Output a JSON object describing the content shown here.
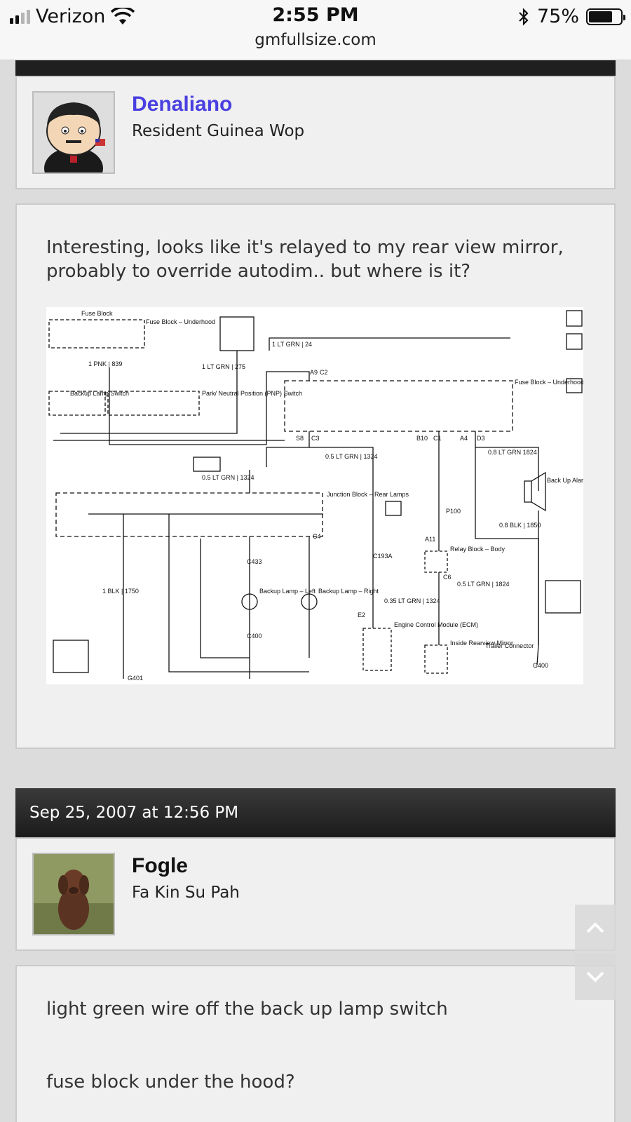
{
  "status_bar": {
    "carrier": "Verizon",
    "time": "2:55 PM",
    "battery": "75%",
    "battery_level": 0.75,
    "url": "gmfullsize.com"
  },
  "posts": [
    {
      "author": "Denaliano",
      "author_title": "Resident Guinea Wop",
      "body": "Interesting, looks like it's relayed to my rear view mirror, probably to override autodim.. but where is it?",
      "diagram": {
        "fuse_block_top": "Fuse Block – Underhood",
        "fuse_block_right": "Fuse Block – Underhood",
        "wire_top": "1 LT GRN | 24",
        "wire_275": "1 LT GRN | 275",
        "wire_pnk": "1 PNK | 839",
        "wire_1324a": "0.5 LT GRN | 1324",
        "wire_1324b": "0.5 LT GRN | 1324",
        "wire_1824": "0.8 LT GRN 1824",
        "wire_1850": "0.8 BLK | 1850",
        "wire_blk_1750": "1 BLK | 1750",
        "wire_1824b": "0.5 LT GRN | 1824",
        "wire_0_35": "0.35 LT GRN | 1324",
        "label_backup_switch": "Backup Lamp Switch",
        "label_pnp": "Park/ Neutral Position (PNP) Switch",
        "label_junction": "Junction Block – Rear Lamps",
        "label_backup_left": "Backup Lamp – Left",
        "label_backup_right": "Backup Lamp – Right",
        "label_ecm": "Engine Control Module (ECM)",
        "label_mirror": "Inside Rearview Mirror",
        "label_trailer": "Trailer Connector",
        "label_alarm": "Back Up Alarm",
        "label_relay": "Relay Block – Body",
        "label_g401": "G401",
        "label_g400": "G400",
        "label_c2": "C2",
        "label_c3": "C3",
        "label_c1": "C1",
        "label_c4": "C4",
        "label_a9": "A9",
        "label_s8": "S8",
        "label_b10": "B10",
        "label_a4": "A4",
        "label_d3": "D3",
        "label_a11": "A11",
        "label_c6": "C6",
        "label_p100": "P100",
        "label_c193a": "C193A",
        "label_c433": "C433",
        "label_c400": "C400",
        "label_e2": "E2"
      }
    },
    {
      "date": "Sep 25, 2007 at 12:56 PM",
      "author": "Fogle",
      "author_title": "Fa Kin Su Pah",
      "body_lines": [
        "light green wire off the back up lamp switch",
        "fuse block under the hood?"
      ]
    }
  ],
  "icons": {
    "scroll_up": "chevron-up-icon",
    "scroll_down": "chevron-down-icon",
    "wifi": "wifi-icon",
    "bluetooth": "bluetooth-icon",
    "signal": "signal-icon",
    "battery": "battery-icon"
  },
  "colors": {
    "author_link": "#4a3fe0",
    "bar_dark": "#1f1f1f",
    "card_bg": "#f0f0f0"
  }
}
